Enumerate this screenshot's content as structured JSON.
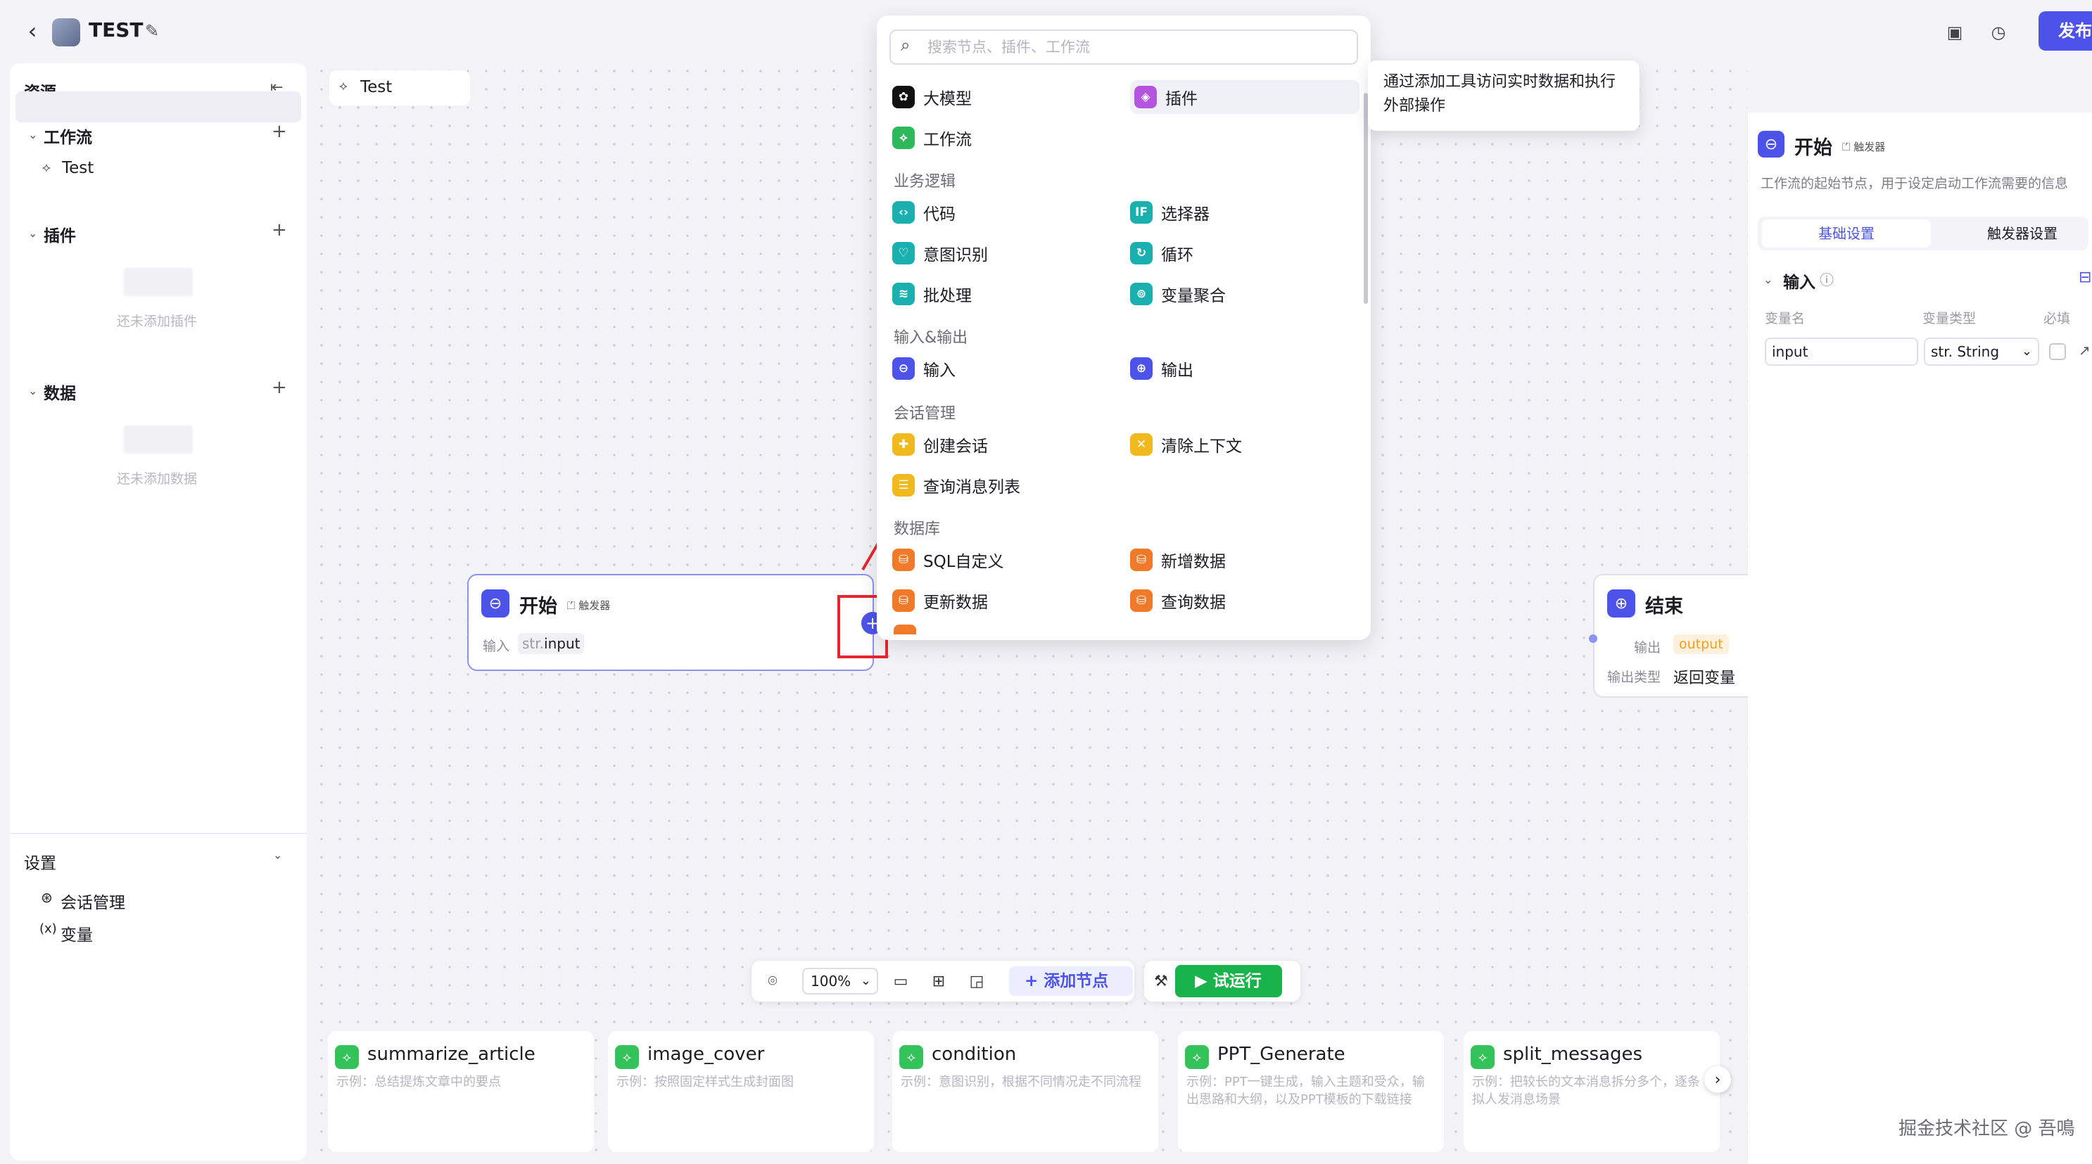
{
  "header": {
    "title": "TEST",
    "publish_label": "发布"
  },
  "sidebar": {
    "title": "资源",
    "workflow_label": "工作流",
    "workflow_items": [
      "Test"
    ],
    "plugins_label": "插件",
    "plugins_empty": "还未添加插件",
    "data_label": "数据",
    "data_empty": "还未添加数据",
    "settings_label": "设置",
    "settings_items": [
      "会话管理",
      "变量"
    ]
  },
  "canvas_tab": "Test",
  "start_node": {
    "title": "开始",
    "trigger_badge": "触发器",
    "input_label": "输入",
    "input_type": "str.",
    "input_name": "input"
  },
  "end_node": {
    "title": "结束",
    "output_label": "输出",
    "output_tag": "output",
    "output_type_label": "输出类型",
    "output_type_value": "返回变量"
  },
  "node_menu": {
    "search_placeholder": "搜索节点、插件、工作流",
    "top_items": [
      "大模型",
      "插件",
      "工作流"
    ],
    "categories": [
      {
        "label": "业务逻辑",
        "items": [
          "代码",
          "选择器",
          "意图识别",
          "循环",
          "批处理",
          "变量聚合"
        ]
      },
      {
        "label": "输入&输出",
        "items": [
          "输入",
          "输出"
        ]
      },
      {
        "label": "会话管理",
        "items": [
          "创建会话",
          "清除上下文",
          "查询消息列表"
        ]
      },
      {
        "label": "数据库",
        "items": [
          "SQL自定义",
          "新增数据",
          "更新数据",
          "查询数据"
        ]
      }
    ],
    "tooltip": "通过添加工具访问实时数据和执行外部操作"
  },
  "right_panel": {
    "title": "开始",
    "badge": "触发器",
    "description": "工作流的起始节点，用于设定启动工作流需要的信息",
    "tabs": [
      "基础设置",
      "触发器设置"
    ],
    "input_section": "输入",
    "col_name": "变量名",
    "col_type": "变量类型",
    "col_required": "必填",
    "var_name": "input",
    "var_type": "str. String"
  },
  "toolbar": {
    "zoom": "100%",
    "add_node": "添加节点",
    "run": "试运行"
  },
  "templates": [
    {
      "title": "summarize_article",
      "desc": "示例：总结提炼文章中的要点"
    },
    {
      "title": "image_cover",
      "desc": "示例：按照固定样式生成封面图"
    },
    {
      "title": "condition",
      "desc": "示例：意图识别，根据不同情况走不同流程"
    },
    {
      "title": "PPT_Generate",
      "desc": "示例：PPT一键生成，输入主题和受众，输出思路和大纲，以及PPT模板的下载链接"
    },
    {
      "title": "split_messages",
      "desc": "示例：把较长的文本消息拆分多个，逐条拟人发消息场景"
    }
  ],
  "watermark": "掘金技术社区 @ 吾鳴",
  "colors": {
    "accent": "#4d53e8",
    "run": "#19b34c",
    "highlight": "#e8252d"
  }
}
